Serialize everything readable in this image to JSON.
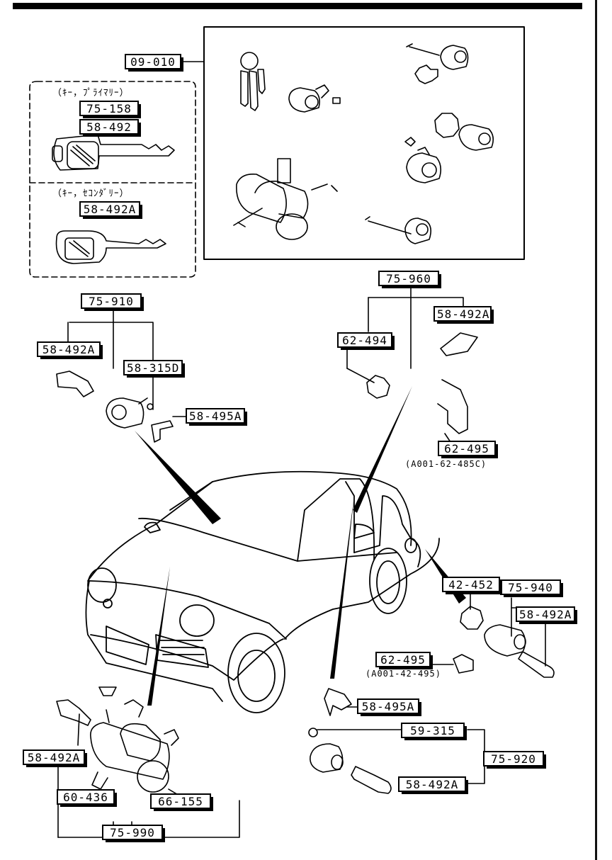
{
  "labels": {
    "l09_010": "09-010",
    "l75_158": "75-158",
    "l58_492_a": "58-492",
    "l58_492A_key2": "58-492A",
    "l75_910": "75-910",
    "l58_492A_left": "58-492A",
    "l58_315D": "58-315D",
    "l58_495A_left": "58-495A",
    "l75_960": "75-960",
    "l58_492A_rt": "58-492A",
    "l62_494": "62-494",
    "l62_495_top": "62-495",
    "l75_940": "75-940",
    "l42_452": "42-452",
    "l58_492A_r2": "58-492A",
    "l62_495_mid": "62-495",
    "l58_495A_bot": "58-495A",
    "l59_315": "59-315",
    "l75_920": "75-920",
    "l58_492A_bot": "58-492A",
    "l58_492A_ign": "58-492A",
    "l60_436": "60-436",
    "l66_155": "66-155",
    "l75_990": "75-990"
  },
  "captions": {
    "primary_key": "（ｷｰ，ﾌﾟﾗｲﾏﾘｰ）",
    "secondary_key": "（ｷｰ，ｾｺﾝﾀﾞﾘｰ）"
  },
  "notes": {
    "note_62_485C": "(A001-62-485C)",
    "note_42_495": "(A001-42-495)"
  }
}
